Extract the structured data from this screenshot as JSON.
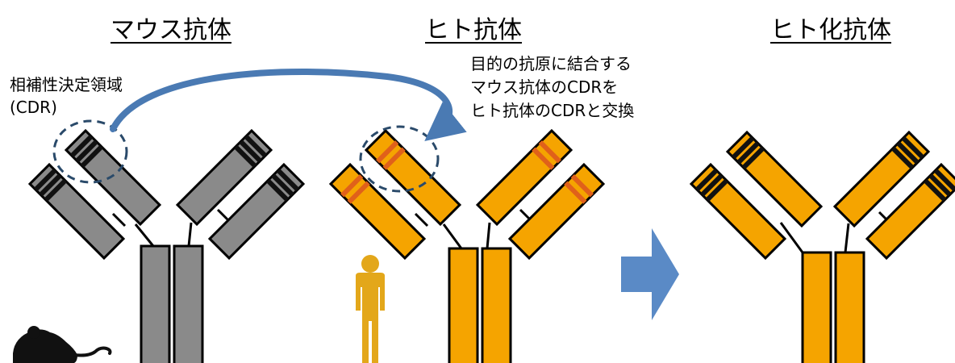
{
  "titles": {
    "mouse": "マウス抗体",
    "human": "ヒト抗体",
    "humanized": "ヒト化抗体"
  },
  "cdr_label": {
    "line1": "相補性決定領域",
    "line2": "(CDR)"
  },
  "note": {
    "line1": "目的の抗原に結合する",
    "line2": "マウス抗体のCDRを",
    "line3": "ヒト抗体のCDRと交換"
  },
  "colors": {
    "mouse_antibody": "#8a8a8a",
    "human_antibody": "#f5a400",
    "cdr_mouse": "#111111",
    "cdr_human": "#e0611a",
    "arrow": "#4a7ab3",
    "person": "#e3a71a",
    "mouse_icon": "#111111"
  },
  "icons": [
    "mouse-animal-icon",
    "person-icon",
    "transform-arrow-icon",
    "curved-swap-arrow-icon"
  ]
}
